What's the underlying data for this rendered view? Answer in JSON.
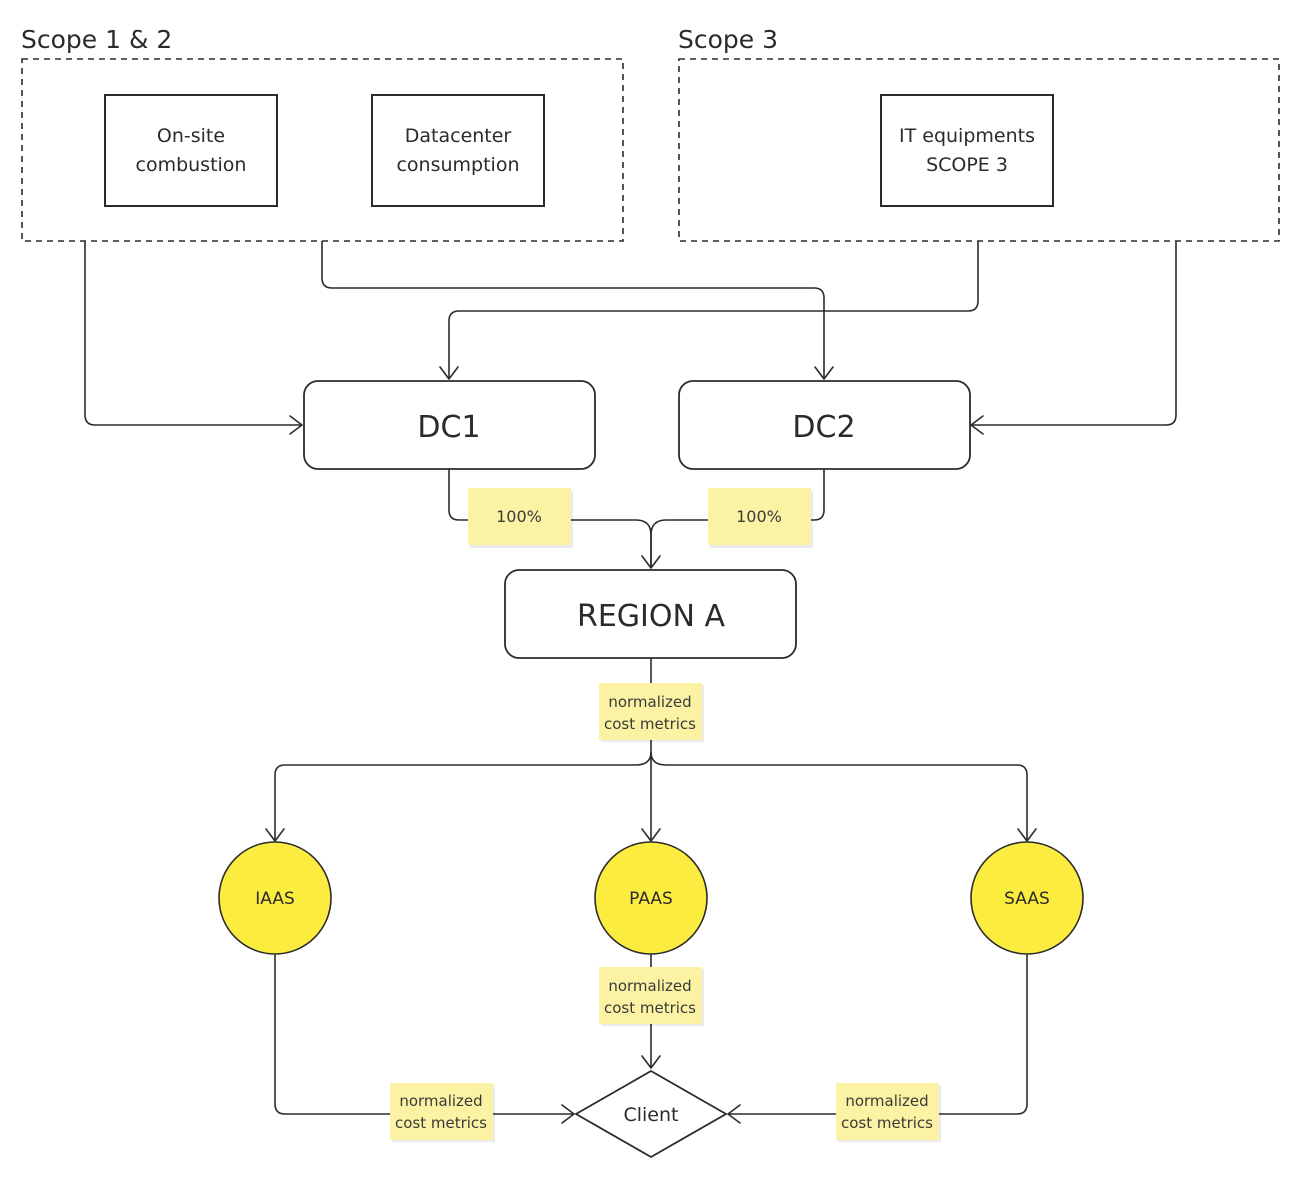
{
  "groups": {
    "scope12": {
      "label": "Scope 1 & 2"
    },
    "scope3": {
      "label": "Scope 3"
    }
  },
  "sources": {
    "onsite": {
      "lines": [
        "On-site",
        "combustion"
      ]
    },
    "datacenter": {
      "lines": [
        "Datacenter",
        "consumption"
      ]
    },
    "it_equipment": {
      "lines": [
        "IT equipments",
        "SCOPE 3"
      ]
    }
  },
  "datacenters": {
    "dc1": {
      "label": "DC1"
    },
    "dc2": {
      "label": "DC2"
    }
  },
  "region": {
    "label": "REGION A"
  },
  "services": {
    "iaas": {
      "label": "IAAS"
    },
    "paas": {
      "label": "PAAS"
    },
    "saas": {
      "label": "SAAS"
    }
  },
  "client": {
    "label": "Client"
  },
  "notes": {
    "dc1_share": {
      "lines": [
        "100%"
      ]
    },
    "dc2_share": {
      "lines": [
        "100%"
      ]
    },
    "region_metrics": {
      "lines": [
        "normalized",
        "cost metrics"
      ]
    },
    "paas_metrics": {
      "lines": [
        "normalized",
        "cost metrics"
      ]
    },
    "iaas_metrics": {
      "lines": [
        "normalized",
        "cost metrics"
      ]
    },
    "saas_metrics": {
      "lines": [
        "normalized",
        "cost metrics"
      ]
    }
  },
  "colors": {
    "stroke": "#2b2b2b",
    "service_fill": "#fcec3f",
    "sticky_fill": "#fbf3a3"
  }
}
